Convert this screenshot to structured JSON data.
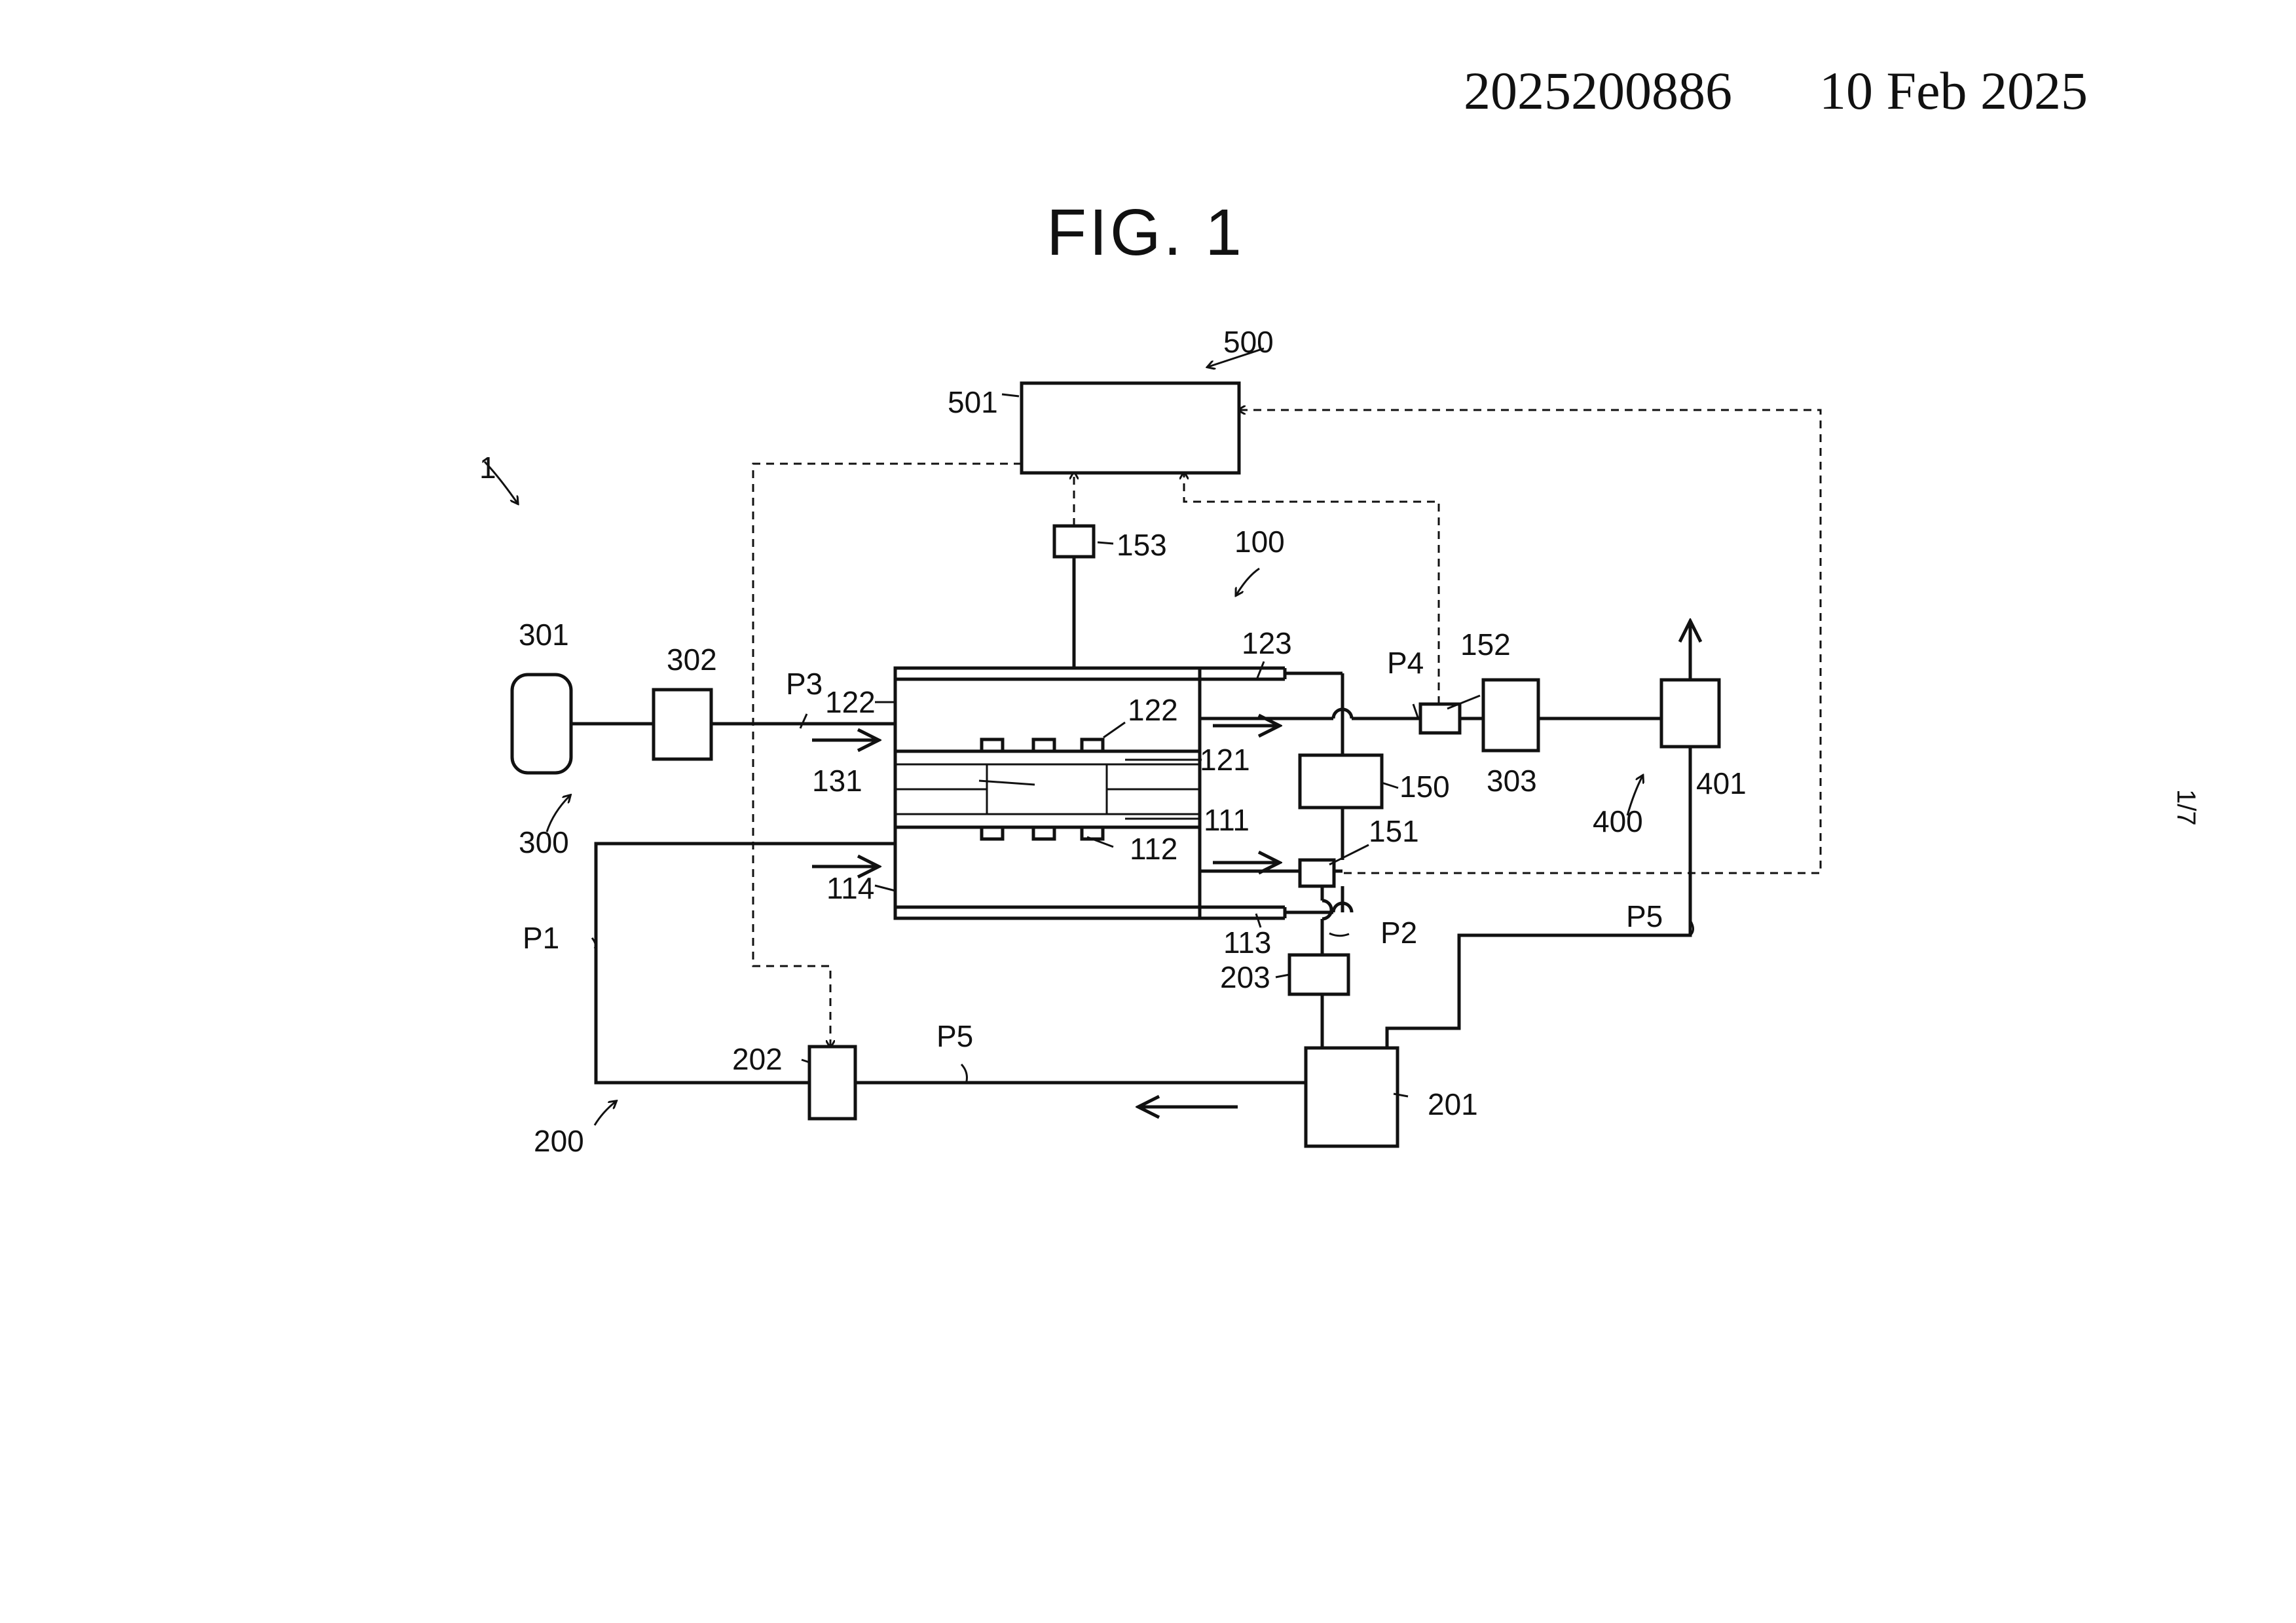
{
  "header": {
    "doc_number": "2025200886",
    "date": "10 Feb 2025"
  },
  "figure_title": "FIG.  1",
  "page_marker": "1/7",
  "labels": {
    "sys": "1",
    "cell": "100",
    "l111": "111",
    "l112": "112",
    "l113": "113",
    "l114": "114",
    "l121": "121",
    "l122a": "122",
    "l122b": "122",
    "l123": "123",
    "l131": "131",
    "l150": "150",
    "l151": "151",
    "l152": "152",
    "l153": "153",
    "l200": "200",
    "l201": "201",
    "l202": "202",
    "l203": "203",
    "l300": "300",
    "l301": "301",
    "l302": "302",
    "l303": "303",
    "l400": "400",
    "l401": "401",
    "l500": "500",
    "l501": "501",
    "p1": "P1",
    "p2": "P2",
    "p3": "P3",
    "p4": "P4",
    "p5a": "P5",
    "p5b": "P5"
  }
}
